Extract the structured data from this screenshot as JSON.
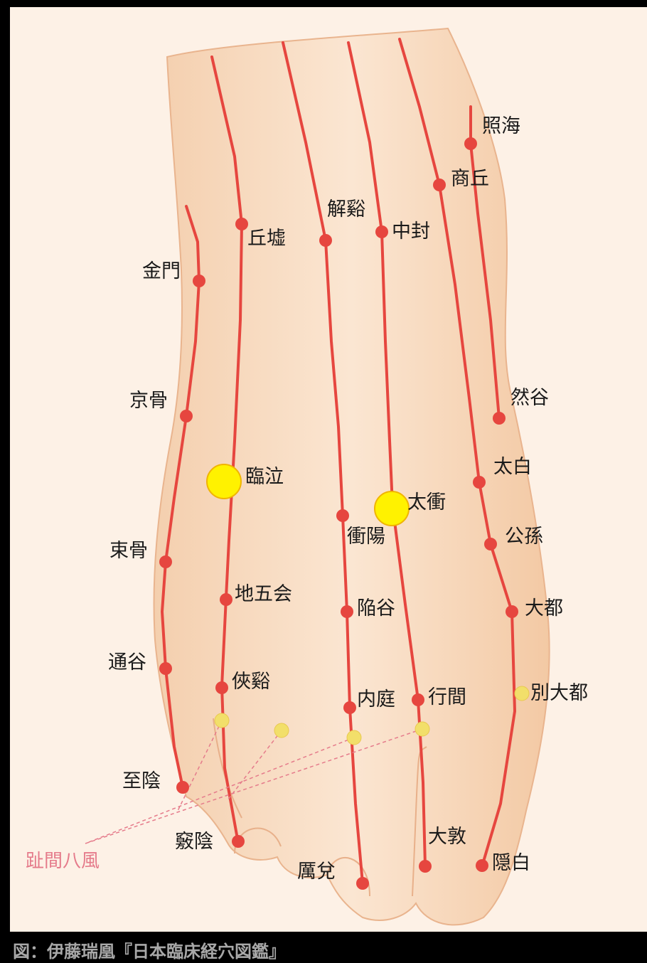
{
  "caption": "図：伊藤瑞凰『日本臨床経穴図鑑』",
  "group_label": "趾間八風",
  "colors": {
    "meridian": "#e6463f",
    "acupoint": "#e6463f",
    "extra_point": "#f2df6a",
    "highlight": "#fff200",
    "skin": "#f6d7b8",
    "group_label": "#e57b8b"
  },
  "points": [
    {
      "id": "shokai",
      "label": "照海"
    },
    {
      "id": "shokyu",
      "label": "商丘"
    },
    {
      "id": "kaikei",
      "label": "解谿"
    },
    {
      "id": "chuho",
      "label": "中封"
    },
    {
      "id": "kyukyo",
      "label": "丘墟"
    },
    {
      "id": "kinmon",
      "label": "金門"
    },
    {
      "id": "kyokotsu",
      "label": "京骨"
    },
    {
      "id": "nenkoku",
      "label": "然谷"
    },
    {
      "id": "taihaku",
      "label": "太白"
    },
    {
      "id": "rinkyu",
      "label": "臨泣"
    },
    {
      "id": "taisho",
      "label": "太衝"
    },
    {
      "id": "shoyo",
      "label": "衝陽"
    },
    {
      "id": "koson",
      "label": "公孫"
    },
    {
      "id": "sokkotsu",
      "label": "束骨"
    },
    {
      "id": "chigoe",
      "label": "地五会"
    },
    {
      "id": "kankoku",
      "label": "陥谷"
    },
    {
      "id": "daito",
      "label": "大都"
    },
    {
      "id": "tsukoku",
      "label": "通谷"
    },
    {
      "id": "kyokei",
      "label": "俠谿"
    },
    {
      "id": "naitei",
      "label": "内庭"
    },
    {
      "id": "koukan",
      "label": "行間"
    },
    {
      "id": "betsudaito",
      "label": "別大都"
    },
    {
      "id": "shiin",
      "label": "至陰"
    },
    {
      "id": "kyoin",
      "label": "竅陰"
    },
    {
      "id": "taiton",
      "label": "大敦"
    },
    {
      "id": "reida",
      "label": "厲兌"
    },
    {
      "id": "inpaku",
      "label": "隠白"
    }
  ]
}
